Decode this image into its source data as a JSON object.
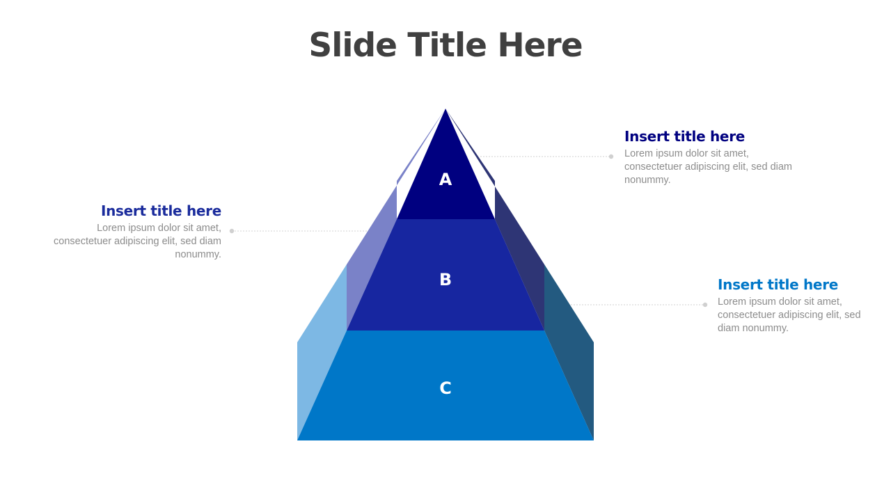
{
  "slide": {
    "title": "Slide Title Here"
  },
  "pyramid": {
    "levels": [
      {
        "label": "A",
        "front_color": "#000080"
      },
      {
        "label": "B",
        "front_color": "#1726A0"
      },
      {
        "label": "C",
        "front_color": "#0077C8"
      }
    ],
    "side_colors": {
      "left_top": "#7A82C8",
      "left_bottom": "#7DB8E4",
      "right_top": "#2E3575",
      "right_bottom": "#235A80"
    },
    "label_color": "#FFFFFF"
  },
  "callouts": [
    {
      "title": "Insert title here",
      "text": "Lorem ipsum dolor sit amet, consectetuer adipiscing elit, sed diam nonummy.",
      "title_color": "#000080"
    },
    {
      "title": "Insert title here",
      "text": "Lorem ipsum dolor sit amet, consectetuer adipiscing elit, sed diam nonummy.",
      "title_color": "#1A2B9C"
    },
    {
      "title": "Insert title here",
      "text": "Lorem ipsum dolor sit amet, consectetuer adipiscing elit, sed diam nonummy.",
      "title_color": "#0077C8"
    }
  ],
  "connector_color": "#D0D0D0"
}
